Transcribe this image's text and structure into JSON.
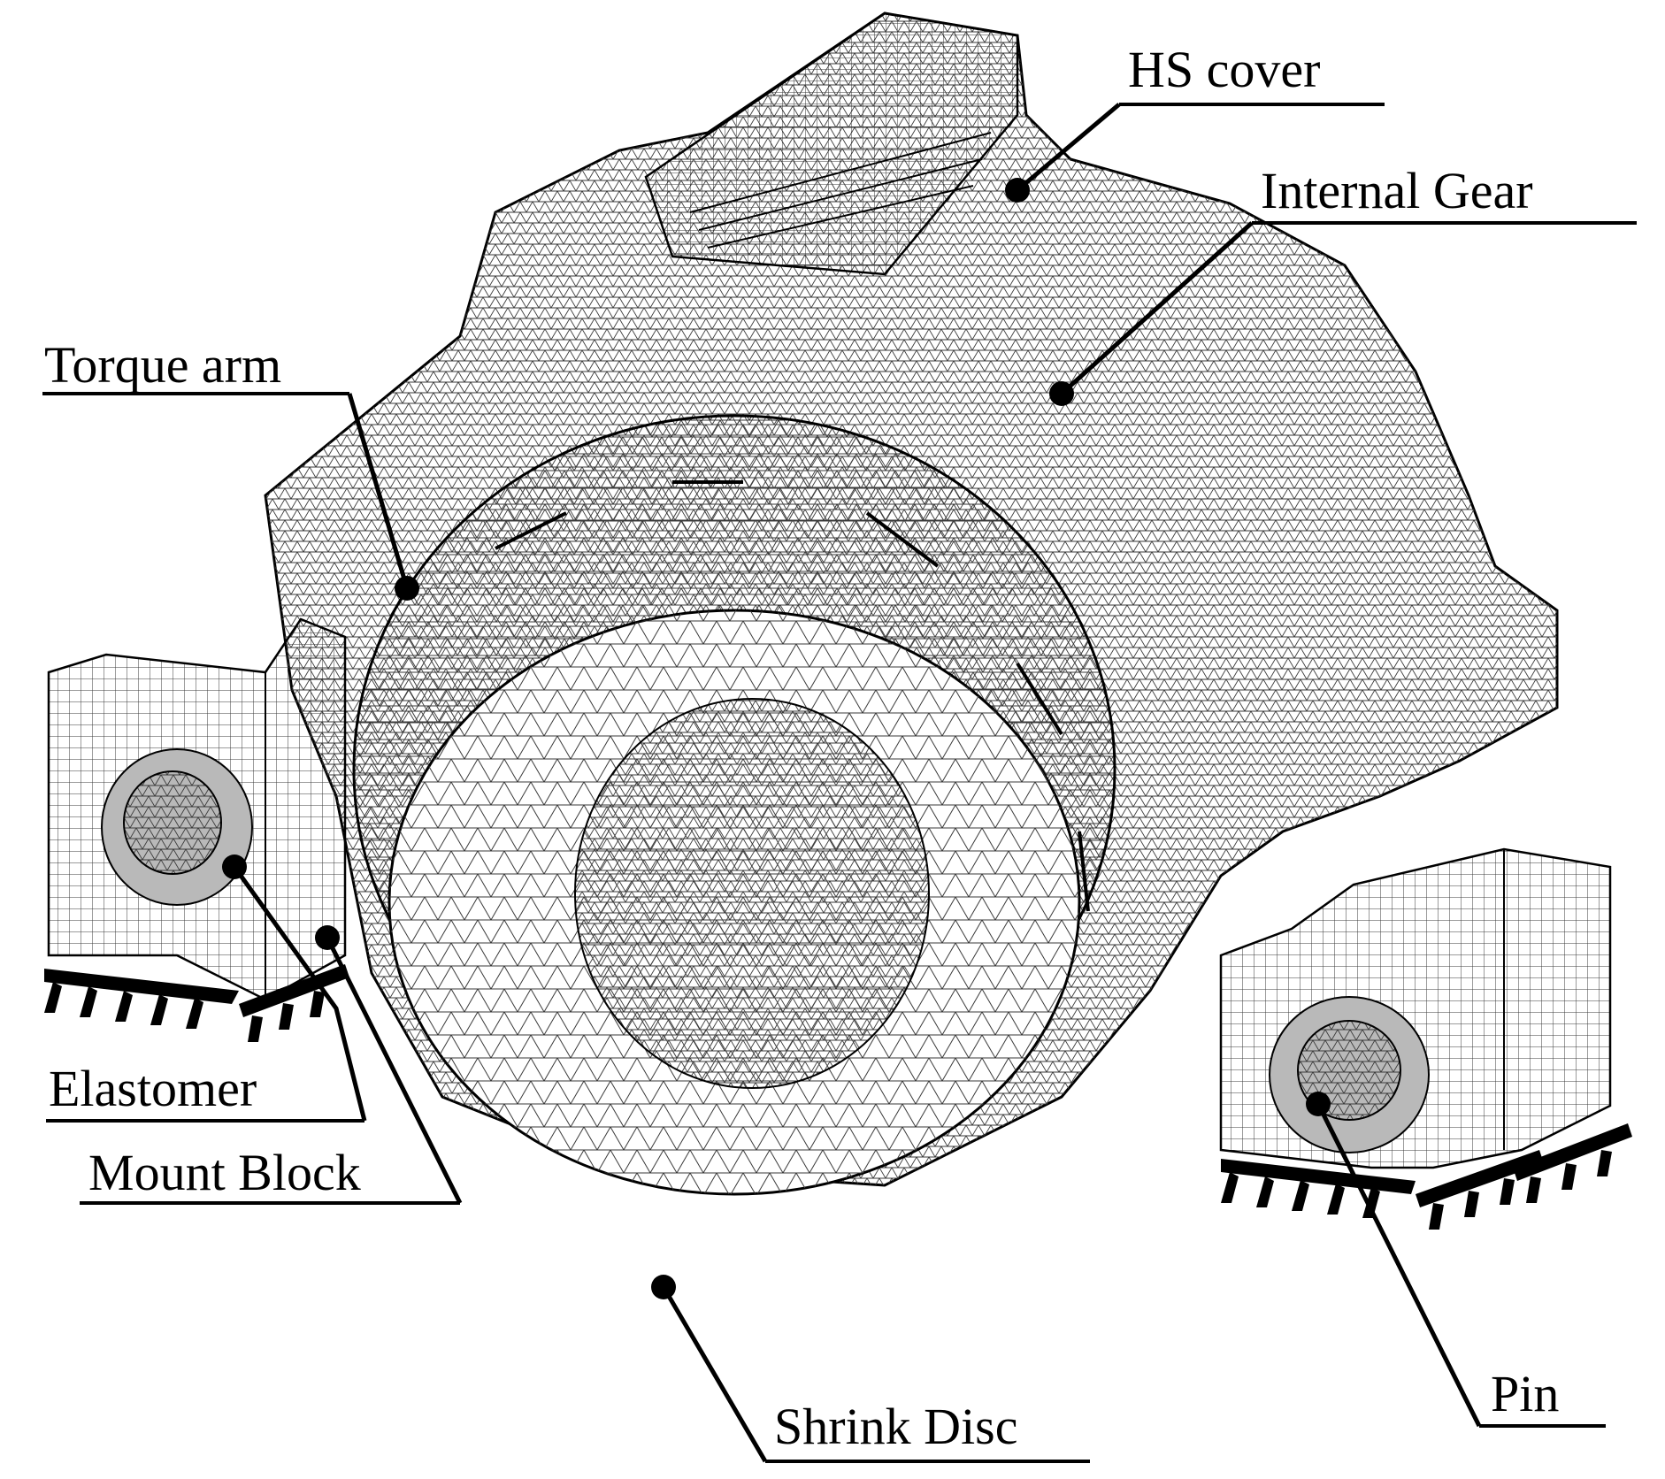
{
  "labels": {
    "hs_cover": "HS cover",
    "internal_gear": "Internal Gear",
    "torque_arm": "Torque arm",
    "elastomer": "Elastomer",
    "mount_block": "Mount Block",
    "shrink_disc": "Shrink Disc",
    "pin": "Pin"
  },
  "colors": {
    "mesh_line": "#3a3a3a",
    "background": "#ffffff",
    "elastomer_fill": "#b9b9b9",
    "ink": "#000000"
  }
}
